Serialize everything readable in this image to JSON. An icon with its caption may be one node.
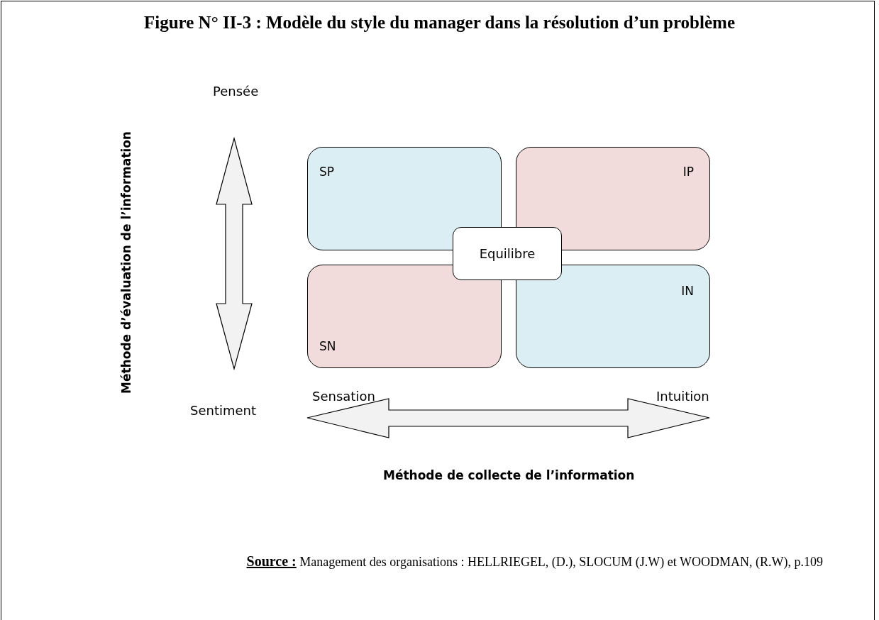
{
  "diagram": {
    "title": "Figure N° II-3 : Modèle du style du manager dans la résolution d’un problème",
    "caption": "**Source :** Management des organisations : HELLRIEGEL, (D.), SLOCUM (J.W) et WOODMAN, (R.W), p.109",
    "nodes": [
      {
        "text": [
          "SP"
        ]
      },
      {
        "text": [
          "IP"
        ]
      },
      {
        "text": [
          "SN"
        ]
      },
      {
        "text": [
          "IN"
        ]
      },
      {
        "text": [
          "Equilibre"
        ]
      }
    ],
    "edges": [],
    "labels": [
      "Pensée",
      "Méthode d’évaluation de l’information",
      "Sentiment",
      "Sensation",
      "Intuition",
      "Méthode de collecte de l’information"
    ]
  }
}
